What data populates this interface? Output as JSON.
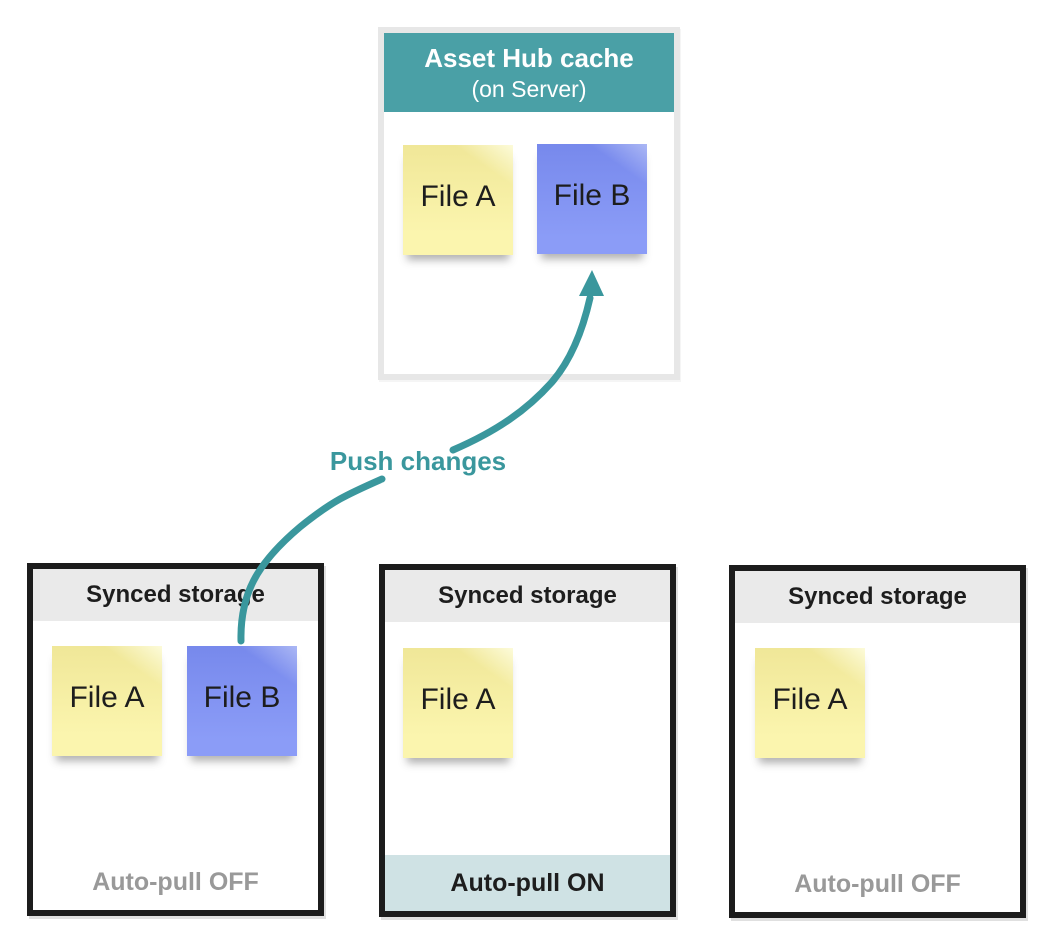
{
  "colors": {
    "teal_header": "#4AA0A6",
    "teal_accent": "#3A979D",
    "note_yellow_top": "#F0E798",
    "note_yellow_bottom": "#FBF5AE",
    "note_blue_top": "#7789EC",
    "note_blue_bottom": "#8B9CF7",
    "header_gray": "#EAEAEA",
    "border_dark": "#1C1C1C",
    "border_light": "#E7E7E7",
    "footer_on_bg": "#CFE2E4",
    "text_gray": "#999999",
    "text_dark": "#1D1D1D"
  },
  "hub": {
    "title": "Asset Hub cache",
    "subtitle": "(on Server)",
    "files": [
      {
        "label": "File A",
        "color": "yellow"
      },
      {
        "label": "File B",
        "color": "blue"
      }
    ]
  },
  "arrow": {
    "label": "Push changes"
  },
  "storages": [
    {
      "title": "Synced storage",
      "files": [
        {
          "label": "File A",
          "color": "yellow"
        },
        {
          "label": "File B",
          "color": "blue"
        }
      ],
      "footer": "Auto-pull OFF",
      "auto_pull": "OFF"
    },
    {
      "title": "Synced storage",
      "files": [
        {
          "label": "File A",
          "color": "yellow"
        }
      ],
      "footer": "Auto-pull ON",
      "auto_pull": "ON"
    },
    {
      "title": "Synced storage",
      "files": [
        {
          "label": "File A",
          "color": "yellow"
        }
      ],
      "footer": "Auto-pull OFF",
      "auto_pull": "OFF"
    }
  ]
}
